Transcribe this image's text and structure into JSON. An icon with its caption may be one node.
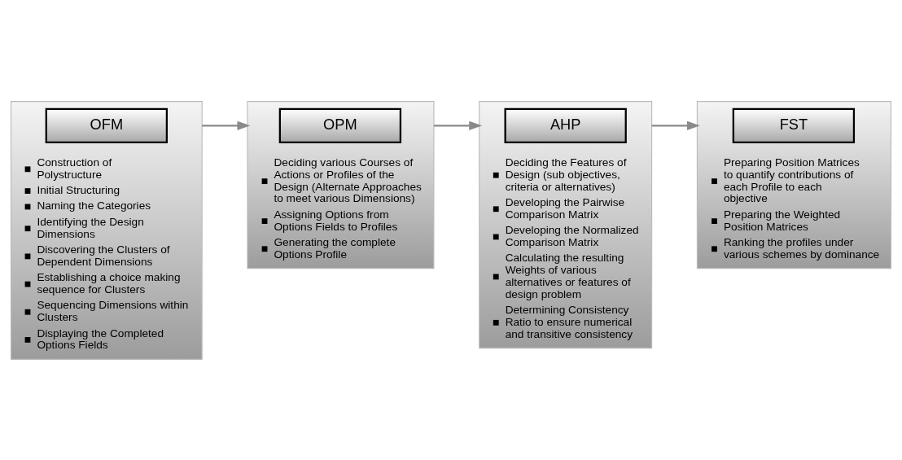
{
  "diagram": {
    "nodes": [
      {
        "text": [
          "Construction of Polystructure",
          "Initial Structuring",
          "Naming the Categories",
          "Identifying the Design Dimensions",
          "Discovering the Clusters of Dependent Dimensions",
          "Establishing a choice making sequence for Clusters",
          "Sequencing Dimensions within Clusters",
          "Displaying the Completed Options Fields"
        ]
      },
      {
        "text": [
          "OFM"
        ],
        "in": 0
      },
      {
        "text": [
          "Deciding various Courses of Actions or Profiles of the Design (Alternate Approaches to meet various Dimensions)",
          "Assigning Options from Options Fields to Profiles",
          "Generating the complete Options Profile"
        ]
      },
      {
        "text": [
          "OPM"
        ],
        "in": 2
      },
      {
        "text": [
          "Deciding the Features of Design (sub objectives, criteria or alternatives)",
          "Developing the Pairwise Comparison Matrix",
          "Developing the Normalized Comparison Matrix",
          "Calculating the resulting Weights of various alternatives or features of design problem",
          "Determining Consistency Ratio to ensure numerical and transitive consistency"
        ]
      },
      {
        "text": [
          "AHP"
        ],
        "in": 4
      },
      {
        "text": [
          "Preparing Position Matrices to quantify contributions of each Profile to each objective",
          "Preparing the Weighted Position Matrices",
          "Ranking the profiles under various schemes by dominance"
        ]
      },
      {
        "text": [
          "FST"
        ],
        "in": 6
      }
    ],
    "edges": [
      {
        "from": 0,
        "to": 2,
        "arrow": "to"
      },
      {
        "from": 2,
        "to": 4,
        "arrow": "to"
      },
      {
        "from": 4,
        "to": 6,
        "arrow": "to"
      }
    ]
  }
}
